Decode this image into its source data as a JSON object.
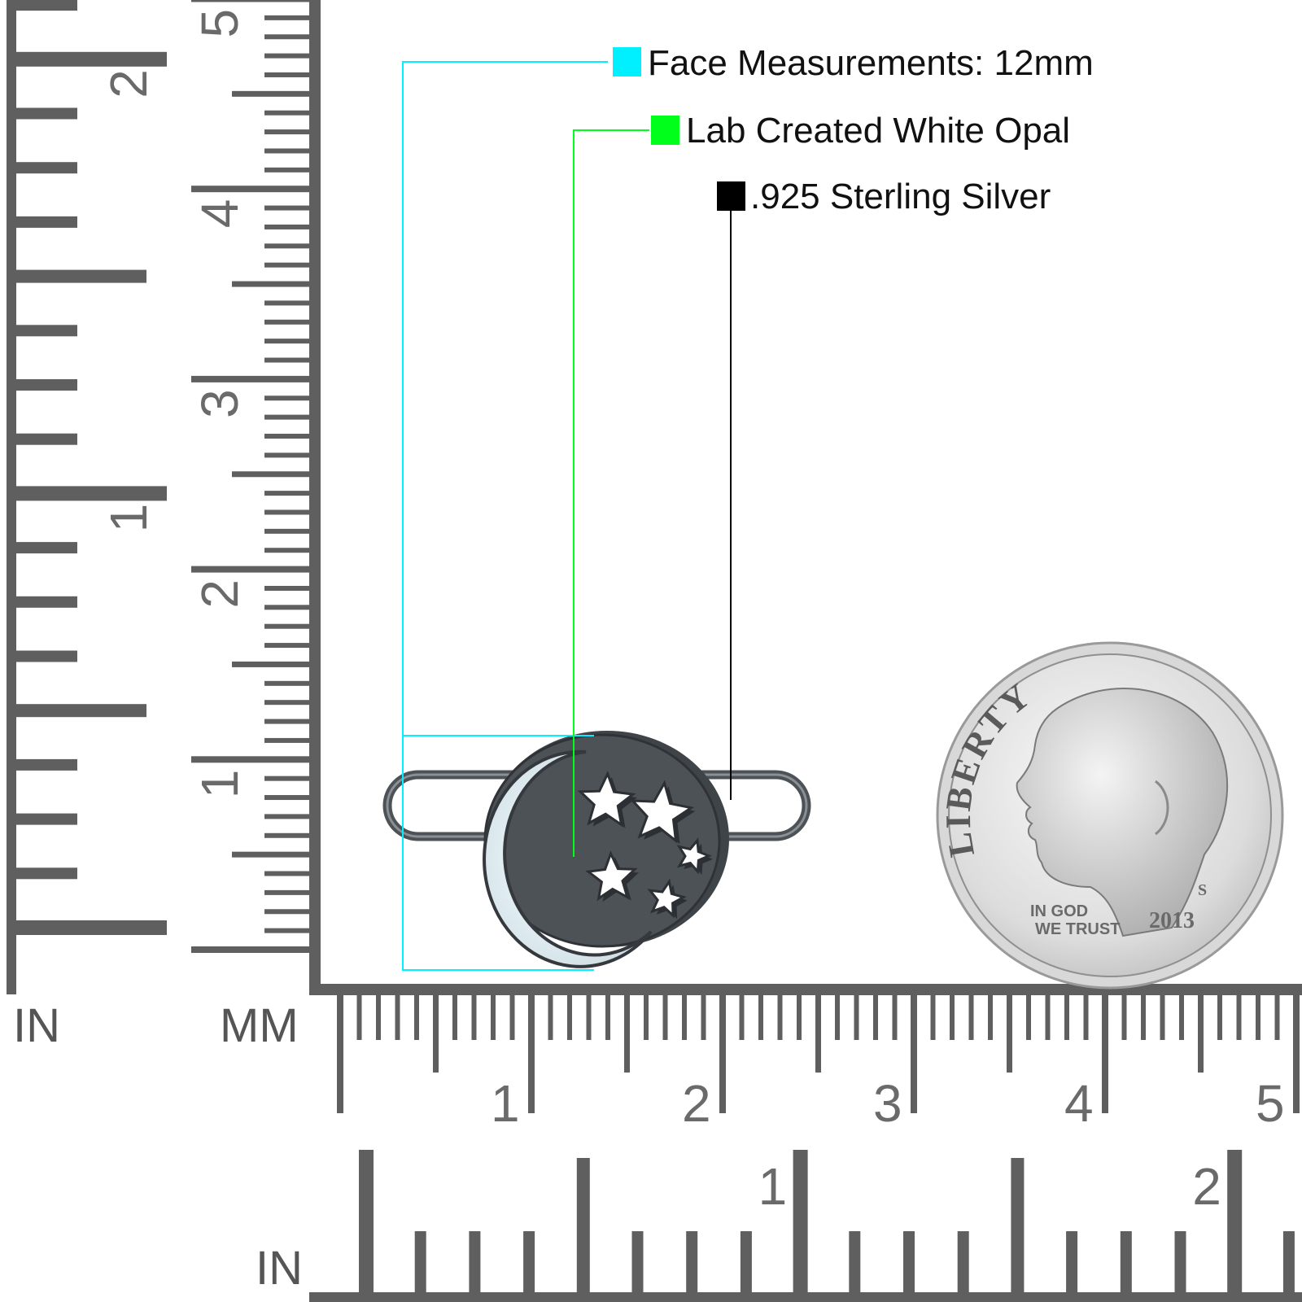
{
  "legend": {
    "face": {
      "label": "Face Measurements: 12mm",
      "color": "#00f0ff"
    },
    "stone": {
      "label": "Lab Created White Opal",
      "color": "#00ff1a"
    },
    "metal": {
      "label": ".925 Sterling Silver",
      "color": "#000000"
    }
  },
  "vertical_ruler": {
    "unit_left": "IN",
    "unit_right": "MM",
    "inch_labels": [
      "1",
      "2"
    ],
    "cm_labels": [
      "1",
      "2",
      "3",
      "4",
      "5"
    ]
  },
  "horizontal_ruler": {
    "cm_labels": [
      "1",
      "2",
      "3",
      "4",
      "5"
    ],
    "inch_labels": [
      "1",
      "2"
    ],
    "unit_label": "IN"
  },
  "coin": {
    "word": "LIBERTY",
    "motto_line1": "IN GOD",
    "motto_line2": "WE TRUST",
    "year": "2013",
    "mint_mark": "S"
  },
  "colors": {
    "ruler": "#5f5f5f",
    "ruler_label": "#6a6a6a",
    "metal": "#4d5257",
    "opal": "#eef4f6"
  }
}
